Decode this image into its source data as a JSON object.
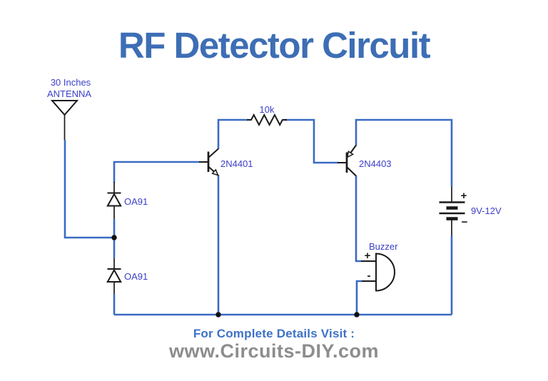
{
  "title": "RF Detector Circuit",
  "colors": {
    "title-color": "#3d6eb5",
    "wire": "#3a6bc4",
    "component": "#1a1a1a",
    "label": "#3c40c8",
    "footer-link": "#3d72c8",
    "footer-site": "#8d8d8d",
    "bg": "#ffffff"
  },
  "circuit": {
    "antenna": {
      "size_label": "30 Inches",
      "name_label": "ANTENNA"
    },
    "diode_top": {
      "label": "OA91"
    },
    "diode_bottom": {
      "label": "OA91"
    },
    "transistor_npn": {
      "label": "2N4401"
    },
    "transistor_pnp": {
      "label": "2N4403"
    },
    "resistor": {
      "label": "10k"
    },
    "battery": {
      "label": "9V-12V",
      "plus": "+",
      "minus": "−"
    },
    "buzzer": {
      "label": "Buzzer",
      "plus": "+",
      "minus": "-"
    }
  },
  "footer": {
    "cta": "For Complete Details Visit :",
    "site": "www.Circuits-DIY.com"
  }
}
